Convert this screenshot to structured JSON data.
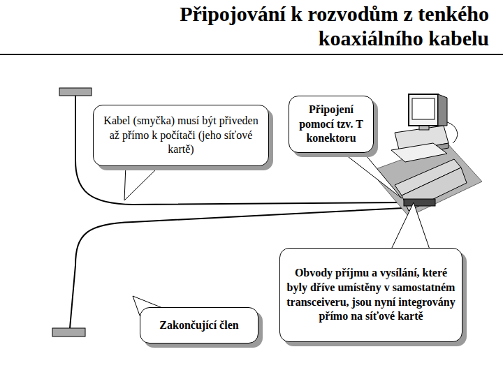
{
  "diagram": {
    "title": "Připojování k rozvodům z tenkého koaxiálního kabelu",
    "nodes": [
      {
        "text": [
          "Kabel (smyčka) musí být přiveden až přímo k počítači (jeho síťové kartě)"
        ]
      },
      {
        "text": [
          "Připojení pomocí tzv. T konektoru"
        ]
      },
      {
        "text": [
          "Obvody příjmu a vysílání, které byly dříve umístěny v samostatném transceiveru, jsou nyní integrovány přímo na síťové kartě"
        ]
      },
      {
        "text": [
          "Zakončující člen"
        ]
      }
    ]
  }
}
